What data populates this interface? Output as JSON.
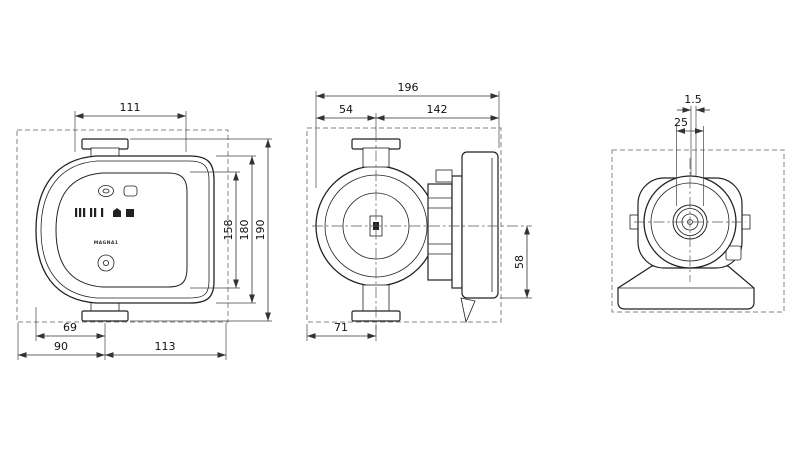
{
  "drawing": {
    "line_color": "#222222",
    "dim_color": "#333333",
    "dash_color": "#858585",
    "front_view": {
      "brand_label": "MAGNA1",
      "dims": {
        "width_top": "111",
        "height_inner": "158",
        "height_mid": "180",
        "height_overall": "190",
        "base_offset": "69",
        "base_left": "90",
        "base_right": "113"
      }
    },
    "side_view": {
      "dims": {
        "length_overall": "196",
        "length_front": "54",
        "length_rear": "142",
        "axis_to_base": "58",
        "depth_front": "71"
      }
    },
    "end_view": {
      "dims": {
        "clearance": "1.5",
        "port_width": "25"
      }
    }
  }
}
